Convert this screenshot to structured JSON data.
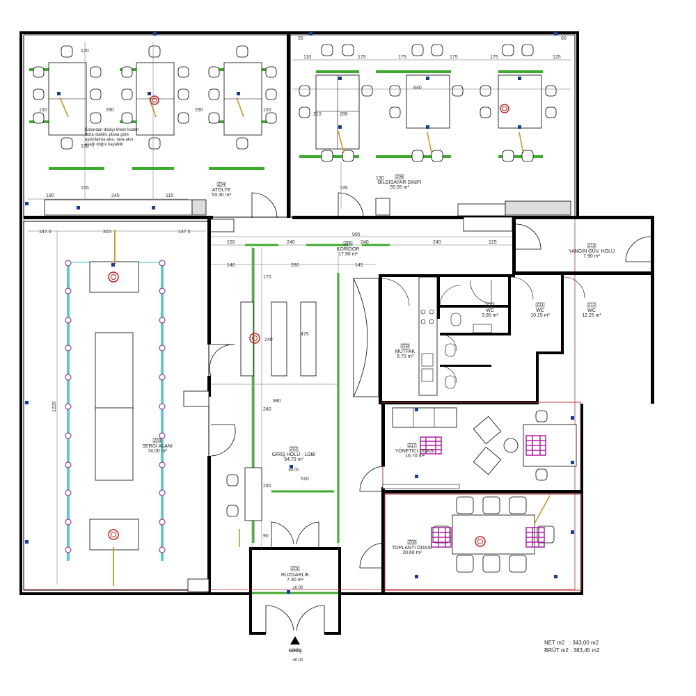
{
  "rooms": [
    {
      "code": "Z04",
      "name": "ATÖLYE",
      "area": "53.30 m²"
    },
    {
      "code": "Z05",
      "name": "BİLGİSAYAR SINIFI",
      "area": "55.55 m²"
    },
    {
      "code": "Z06",
      "name": "KORİDOR",
      "area": "17.90 m²"
    },
    {
      "code": "Z13",
      "name": "YANGIN GÜV. HOLÜ",
      "area": "7.90 m²"
    },
    {
      "code": "Z10",
      "name": "WC",
      "area": "3.95 m²"
    },
    {
      "code": "Z11",
      "name": "WC",
      "area": "10.15 m²"
    },
    {
      "code": "Z12",
      "name": "WC",
      "area": "12.25 m²"
    },
    {
      "code": "Z09",
      "name": "MUTFAK",
      "area": "6.70 m²"
    },
    {
      "code": "Z03",
      "name": "SERGİ ALANI",
      "area": "74.00 m²"
    },
    {
      "code": "Z02",
      "name": "GİRİŞ HOLÜ - LOBİ",
      "area": "54.70 m²"
    },
    {
      "code": "Z17",
      "name": "YÖNETİCİ ODASI",
      "area": "16.70 m²"
    },
    {
      "code": "Z08",
      "name": "TOPLANTI ODASI",
      "area": "20.60 m²"
    },
    {
      "code": "Z01",
      "name": "RÜZGARLIK",
      "area": "7.30 m²"
    }
  ],
  "note": {
    "line1": "Kolondan dolayı lineer koden",
    "line2": "fazla olabilir, plana göre",
    "line3": "aydınlatma aksı, tava aksı",
    "line4": "ayağı doğru kayabilir"
  },
  "dimensions": {
    "d120": "120",
    "d150": "150",
    "d290": "290",
    "d160": "160",
    "d155": "155",
    "d190": "190",
    "d245": "245",
    "d115": "115",
    "d110": "110",
    "d175": "175",
    "d125": "125",
    "d840": "840",
    "d280": "280",
    "d195": "195",
    "d130": "130",
    "d60": "60",
    "d55": "55",
    "d210": "210",
    "d1475": "147.5",
    "d315": "315",
    "d995": "995",
    "d240": "240",
    "d140": "140",
    "d145": "145",
    "d170": "170",
    "d475": "475",
    "d1225": "1225",
    "d980": "980",
    "d510": "510",
    "d90": "90"
  },
  "levels": {
    "lobby": "±0.00",
    "windbreak": "±0.00",
    "entrance": "±0.00"
  },
  "entrance_label": "GİRİŞ",
  "totals": {
    "net_label": "NET m2",
    "net_value": ": 343,00 m2",
    "gross_label": "BRÜT m2",
    "gross_value": ": 383,45 m2"
  },
  "colors": {
    "wall": "#000000",
    "light_green": "#3caa2c",
    "cable": "#c8961e",
    "emergency": "#cc1e1e",
    "track_cyan": "#5fc7d1",
    "fixture_purple": "#8c3fb5",
    "desk_magenta": "#b21fa3"
  }
}
